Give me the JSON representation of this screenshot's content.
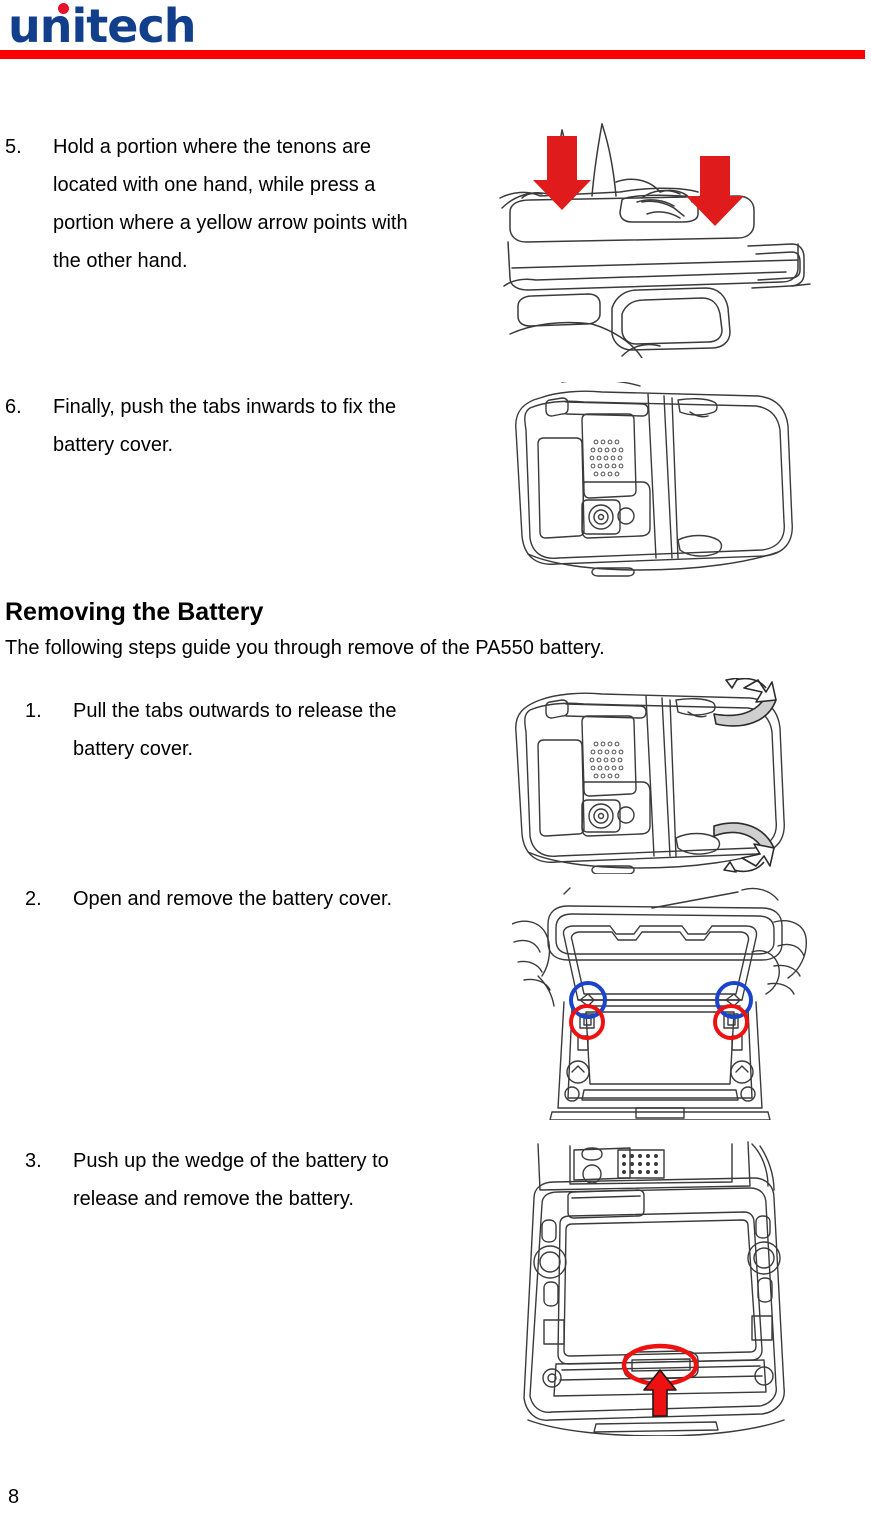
{
  "header": {
    "logo_text": "unitech",
    "logo_color": "#123f8c",
    "logo_dot_color": "#e8102a",
    "rule_color": "#ff0000"
  },
  "steps_continued": [
    {
      "number": "5.",
      "text": "Hold a portion where the tenons are located with one hand, while press a portion where a yellow arrow points with the other hand.",
      "figure": "device-press-tabs-illustration"
    },
    {
      "number": "6.",
      "text": "Finally, push the tabs inwards to fix the battery cover.",
      "figure": "device-back-cover-illustration"
    }
  ],
  "section": {
    "title": "Removing the Battery",
    "intro": "The following steps guide you through remove of the PA550 battery."
  },
  "steps_removing": [
    {
      "number": "1.",
      "text": "Pull the tabs outwards to release the battery cover.",
      "figure": "device-back-pull-tabs-illustration"
    },
    {
      "number": "2.",
      "text": "Open and remove the battery cover.",
      "figure": "battery-cover-open-illustration"
    },
    {
      "number": "3.",
      "text": "Push up the wedge of the battery to release and remove the battery.",
      "figure": "battery-wedge-push-illustration"
    }
  ],
  "figure_annotations": {
    "red_arrow_color": "#e01b1b",
    "red_circle_color": "#ee1111",
    "blue_circle_color": "#1a44cc",
    "gray_arrow_fill": "#d4d4d4",
    "line_color": "#3a3a3a"
  },
  "footer": {
    "page_number": "8"
  }
}
